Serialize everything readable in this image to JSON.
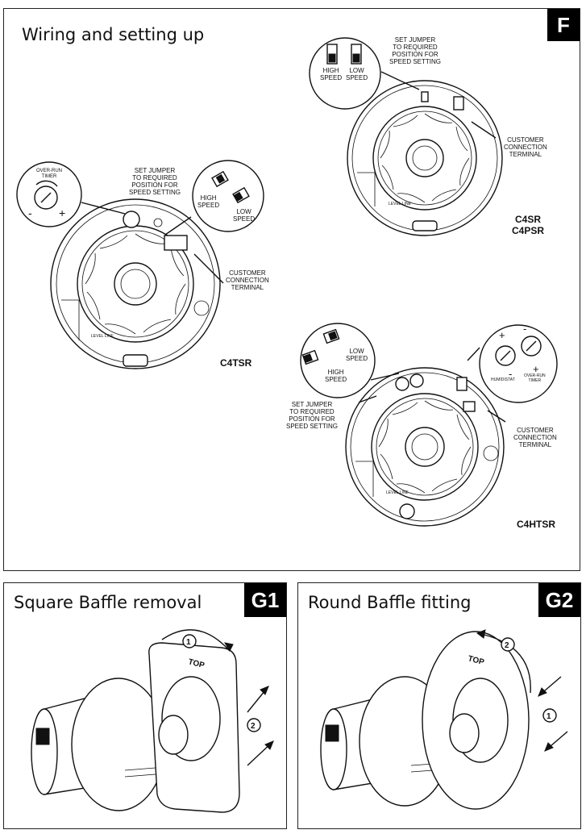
{
  "panel_f": {
    "title": "Wiring and setting up",
    "tag": "F",
    "models": {
      "c4tsr": "C4TSR",
      "c4sr": "C4SR",
      "c4psr": "C4PSR",
      "c4htsr": "C4HTSR"
    },
    "labels": {
      "set_jumper_1": "SET JUMPER",
      "set_jumper_2": "TO REQUIRED",
      "set_jumper_3": "POSITION FOR",
      "set_jumper_4": "SPEED SETTING",
      "high": "HIGH",
      "low": "LOW",
      "speed": "SPEED",
      "customer": "CUSTOMER",
      "connection": "CONNECTION",
      "terminal": "TERMINAL",
      "overrun_1": "OVER-RUN",
      "overrun_2": "TIMER",
      "humidistat": "HUMIDISTAT",
      "level_line": "LEVEL LINE",
      "plus": "+",
      "minus": "-"
    }
  },
  "panel_g1": {
    "title": "Square Baffle removal",
    "tag": "G1",
    "top_mark": "TOP",
    "step1": "1",
    "step2": "2"
  },
  "panel_g2": {
    "title": "Round Baffle fitting",
    "tag": "G2",
    "top_mark": "TOP",
    "step1": "1",
    "step2": "2"
  }
}
